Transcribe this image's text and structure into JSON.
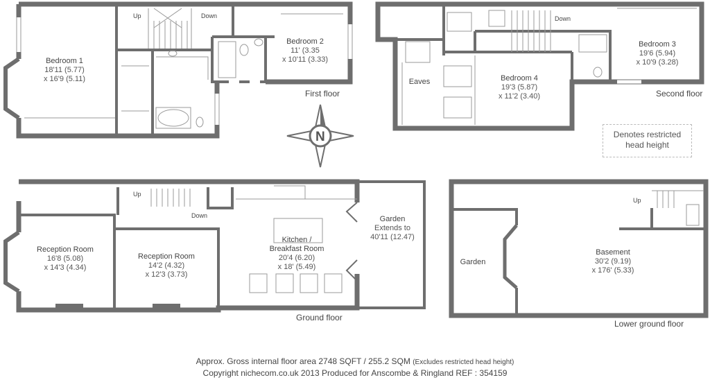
{
  "floors": {
    "first": "First floor",
    "second": "Second floor",
    "ground": "Ground floor",
    "lower_ground": "Lower ground floor"
  },
  "stairs": {
    "first_up": "Up",
    "first_down": "Down",
    "second_down": "Down",
    "ground_up": "Up",
    "ground_down": "Down",
    "lower_up": "Up"
  },
  "rooms": {
    "bedroom1": {
      "name": "Bedroom 1",
      "dim1": "18'11 (5.77)",
      "dim2": "x 16'9 (5.11)"
    },
    "bedroom2": {
      "name": "Bedroom 2",
      "dim1": "11' (3.35",
      "dim2": "x 10'11 (3.33)"
    },
    "bedroom3": {
      "name": "Bedroom 3",
      "dim1": "19'6 (5.94)",
      "dim2": "x 10'9 (3.28)"
    },
    "bedroom4": {
      "name": "Bedroom 4",
      "dim1": "19'3 (5.87)",
      "dim2": "x 11'2 (3.40)"
    },
    "eaves": {
      "name": "Eaves"
    },
    "reception1": {
      "name": "Reception Room",
      "dim1": "16'8 (5.08)",
      "dim2": "x 14'3 (4.34)"
    },
    "reception2": {
      "name": "Reception Room",
      "dim1": "14'2 (4.32)",
      "dim2": "x 12'3 (3.73)"
    },
    "kitchen": {
      "name1": "Kitchen /",
      "name2": "Breakfast Room",
      "dim1": "20'4 (6.20)",
      "dim2": "x 18' (5.49)"
    },
    "garden_ground": {
      "name": "Garden",
      "dim1": "Extends to",
      "dim2": "40'11 (12.47)"
    },
    "garden_lower": {
      "name": "Garden"
    },
    "basement": {
      "name": "Basement",
      "dim1": "30'2 (9.19)",
      "dim2": "x 176' (5.33)"
    }
  },
  "compass": {
    "letter": "N"
  },
  "legend": {
    "line1": "Denotes restricted",
    "line2": "head height"
  },
  "footer": {
    "area_main": "Approx. Gross internal floor area 2748 SQFT / 255.2 SQM",
    "area_note": "(Excludes restricted head height)",
    "copyright": "Copyright nichecom.co.uk 2013 Produced for Anscombe & Ringland REF : 354159"
  },
  "colors": {
    "wall": "#6e6e6e",
    "thin": "#9a9a9a",
    "text": "#555555"
  }
}
